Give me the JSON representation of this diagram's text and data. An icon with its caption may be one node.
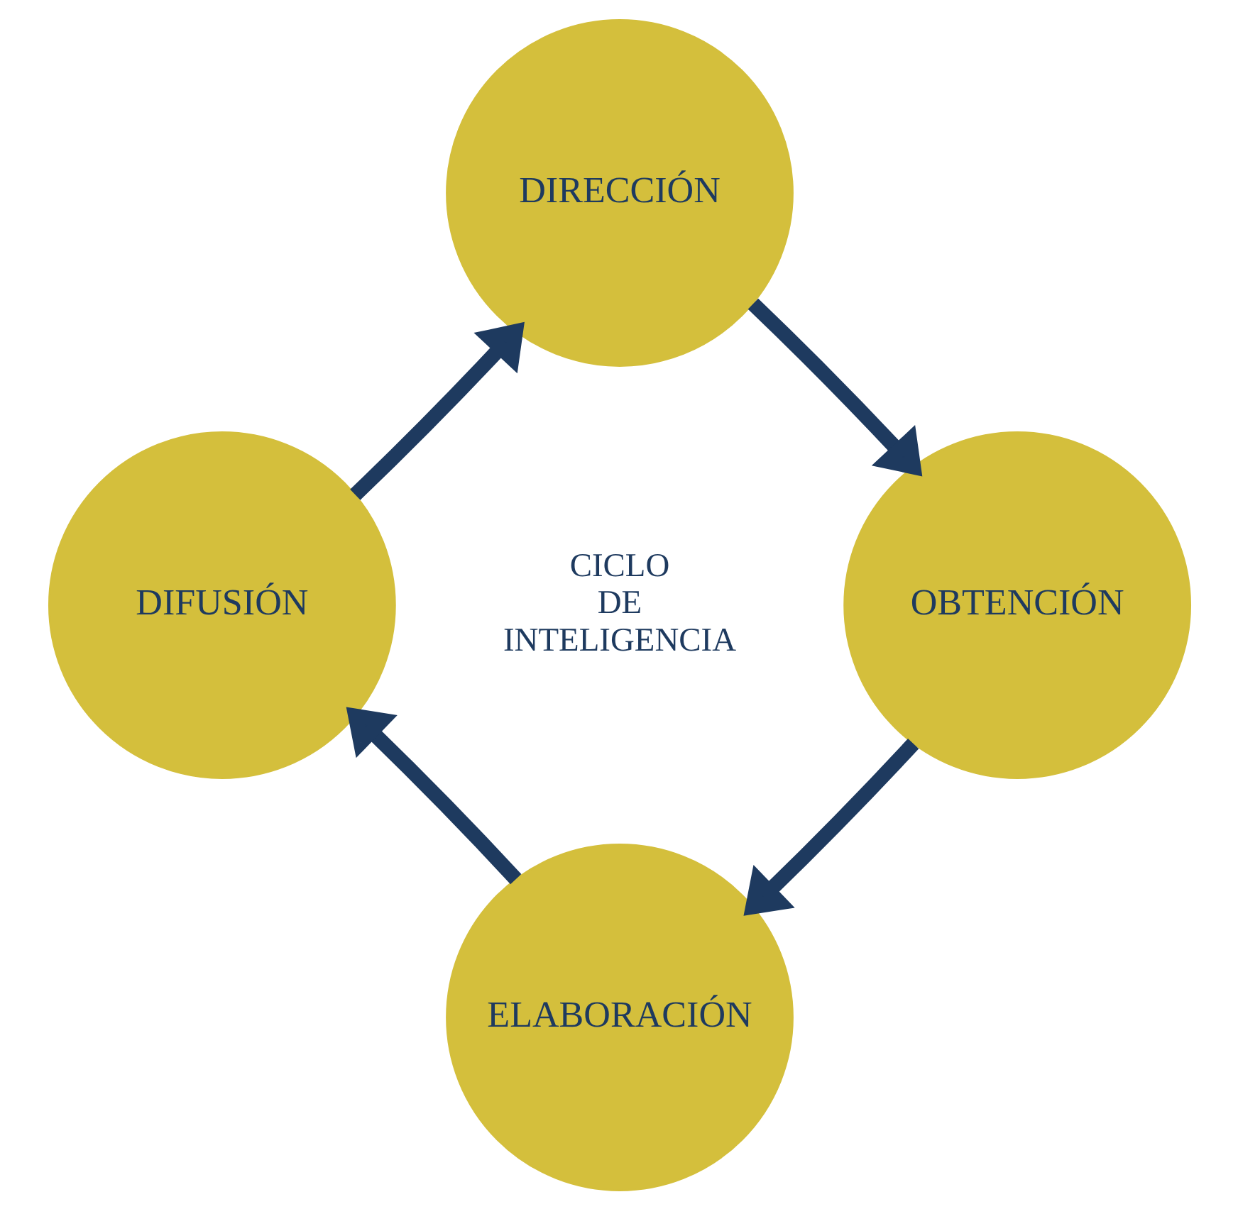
{
  "diagram": {
    "nodes": [
      {
        "text": [
          "DIRECCIÓN"
        ]
      },
      {
        "text": [
          "OBTENCIÓN"
        ]
      },
      {
        "text": [
          "ELABORACIÓN"
        ]
      },
      {
        "text": [
          "DIFUSIÓN"
        ]
      }
    ],
    "edges": [
      {
        "from": 0,
        "to": 1,
        "arrow": "to"
      },
      {
        "from": 1,
        "to": 2,
        "arrow": "to"
      },
      {
        "from": 2,
        "to": 3,
        "arrow": "to"
      },
      {
        "from": 3,
        "to": 0,
        "arrow": "to"
      }
    ],
    "labels": [
      "CICLO DE INTELIGENCIA"
    ]
  }
}
